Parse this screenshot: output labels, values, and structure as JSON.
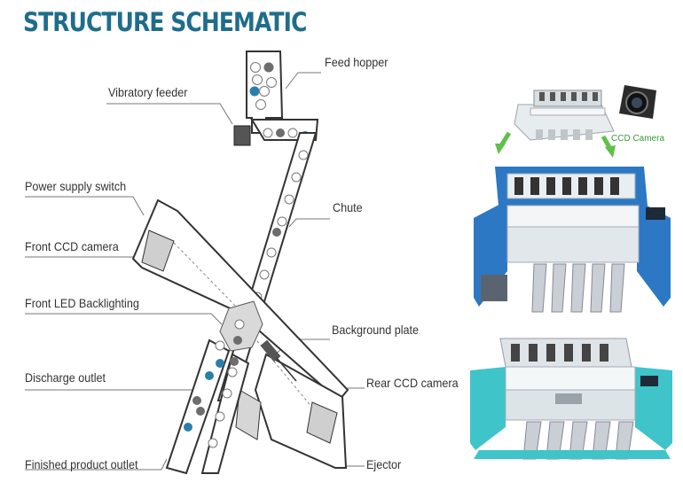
{
  "title": "STRUCTURE SCHEMATIC",
  "labels": {
    "feed_hopper": "Feed hopper",
    "vibratory_feeder": "Vibratory feeder",
    "power_supply_switch": "Power supply switch",
    "chute": "Chute",
    "front_ccd_camera": "Front CCD camera",
    "front_led_backlighting": "Front LED Backlighting",
    "background_plate": "Background plate",
    "discharge_outlet": "Discharge outlet",
    "rear_ccd_camera": "Rear CCD camera",
    "finished_product_outlet": "Finished product outlet",
    "ejector": "Ejector"
  },
  "photos": {
    "ccd_camera_caption": "CCD Camera"
  },
  "colors": {
    "title": "#1f6d8c",
    "grain_blue": "#2a7fa8",
    "grain_grey": "#6d6d6d",
    "machine_blue": "#2c78c4",
    "machine_teal": "#3fc4c9"
  }
}
